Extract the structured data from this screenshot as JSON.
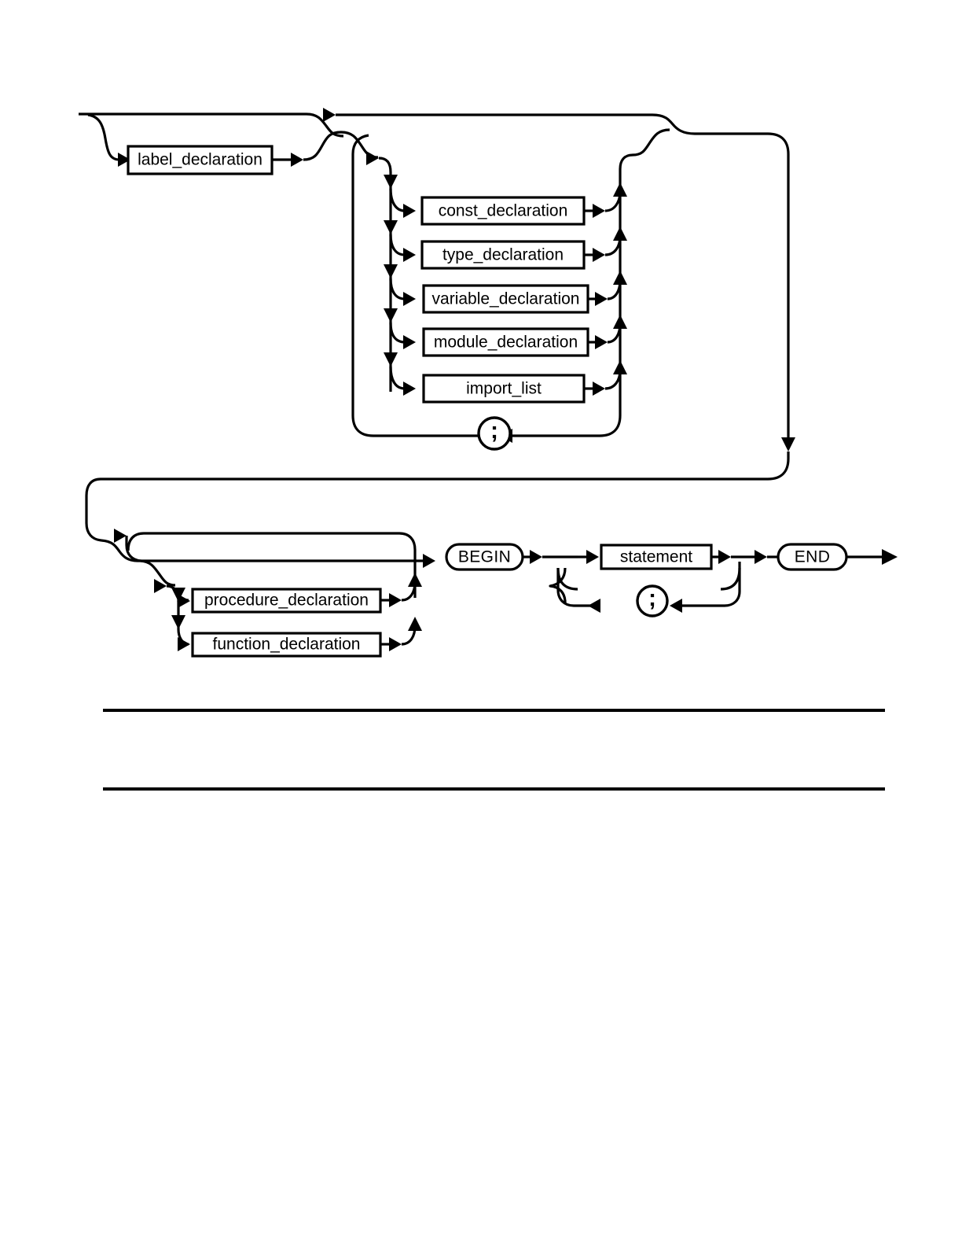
{
  "document": {
    "kind": "syntax-railroad-diagram",
    "title": "",
    "background_color": "#ffffff",
    "line_color": "#000000"
  },
  "diagram": {
    "name": "module_or_program_block",
    "rows": [
      {
        "id": "row-1",
        "optional_group": {
          "id": "label-declaration-optional",
          "nodes": [
            {
              "id": "label_declaration",
              "label": "label_declaration",
              "shape": "rect"
            }
          ]
        },
        "repeating_group": {
          "id": "declaration-choice-loop",
          "separator": {
            "id": "semicolon-1",
            "label": ";",
            "shape": "circle"
          },
          "choices": [
            {
              "id": "const_declaration",
              "label": "const_declaration",
              "shape": "rect"
            },
            {
              "id": "type_declaration",
              "label": "type_declaration",
              "shape": "rect"
            },
            {
              "id": "variable_declaration",
              "label": "variable_declaration",
              "shape": "rect"
            },
            {
              "id": "module_declaration",
              "label": "module_declaration",
              "shape": "rect"
            },
            {
              "id": "import_list",
              "label": "import_list",
              "shape": "rect"
            }
          ]
        }
      },
      {
        "id": "row-2",
        "repeating_group": {
          "id": "subprogram-choice-loop",
          "choices": [
            {
              "id": "procedure_declaration",
              "label": "procedure_declaration",
              "shape": "rect"
            },
            {
              "id": "function_declaration",
              "label": "function_declaration",
              "shape": "rect"
            }
          ]
        },
        "sequence": [
          {
            "id": "begin-terminal",
            "label": "BEGIN",
            "shape": "stadium"
          },
          {
            "id": "statement-loop",
            "node": {
              "id": "statement",
              "label": "statement",
              "shape": "rect"
            },
            "separator": {
              "id": "semicolon-2",
              "label": ";",
              "shape": "circle"
            }
          },
          {
            "id": "end-terminal",
            "label": "END",
            "shape": "stadium"
          }
        ]
      }
    ]
  },
  "footer": {
    "rules": [
      {
        "id": "hrule-top"
      },
      {
        "id": "hrule-bottom"
      }
    ]
  }
}
